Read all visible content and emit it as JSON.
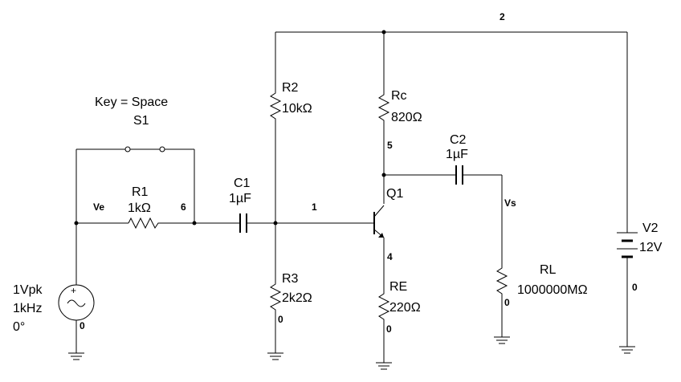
{
  "switch": {
    "key_label": "Key = Space",
    "ref": "S1"
  },
  "resistors": {
    "R1": {
      "ref": "R1",
      "value": "1kΩ"
    },
    "R2": {
      "ref": "R2",
      "value": "10kΩ"
    },
    "R3": {
      "ref": "R3",
      "value": "2k2Ω"
    },
    "Rc": {
      "ref": "Rc",
      "value": "820Ω"
    },
    "RE": {
      "ref": "RE",
      "value": "220Ω"
    },
    "RL": {
      "ref": "RL",
      "value": "1000000MΩ"
    }
  },
  "capacitors": {
    "C1": {
      "ref": "C1",
      "value": "1µF"
    },
    "C2": {
      "ref": "C2",
      "value": "1µF"
    }
  },
  "transistor": {
    "ref": "Q1"
  },
  "source": {
    "amplitude": "1Vpk",
    "frequency": "1kHz",
    "phase": "0°"
  },
  "battery": {
    "ref": "V2",
    "value": "12V"
  },
  "nodes": {
    "n1": "1",
    "n2": "2",
    "n4": "4",
    "n5": "5",
    "n6": "6",
    "ve": "Ve",
    "vs": "Vs",
    "gnd": "0"
  }
}
